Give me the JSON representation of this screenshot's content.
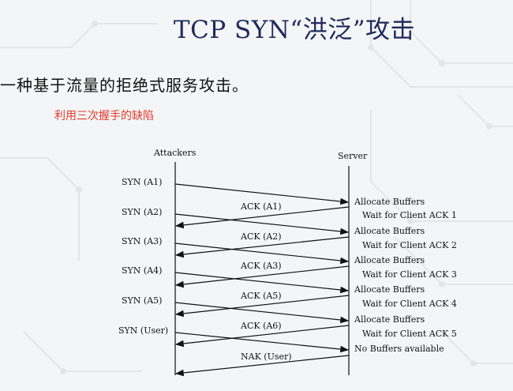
{
  "slide": {
    "title": "TCP SYN“洪泛”攻击",
    "bullet": "一种基于流量的拒绝式服务攻击。",
    "subbullet": "利用三次握手的缺陷"
  },
  "diagram": {
    "attackers_label": "Attackers",
    "server_label": "Server",
    "syn_labels": [
      "SYN (A1)",
      "SYN (A2)",
      "SYN (A3)",
      "SYN (A4)",
      "SYN (A5)",
      "SYN (User)"
    ],
    "ack_labels": [
      "ACK (A1)",
      "ACK (A2)",
      "ACK (A3)",
      "ACK (A5)",
      "ACK (A6)"
    ],
    "nak_label": "NAK (User)",
    "server_notes": [
      "Allocate Buffers",
      "Wait for Client ACK 1",
      "Allocate Buffers",
      "Wait for Client ACK 2",
      "Allocate Buffers",
      "Wait for Client ACK 3",
      "Allocate Buffers",
      "Wait for Client ACK 4",
      "Allocate Buffers",
      "Wait for Client ACK 5",
      "No Buffers available"
    ]
  }
}
